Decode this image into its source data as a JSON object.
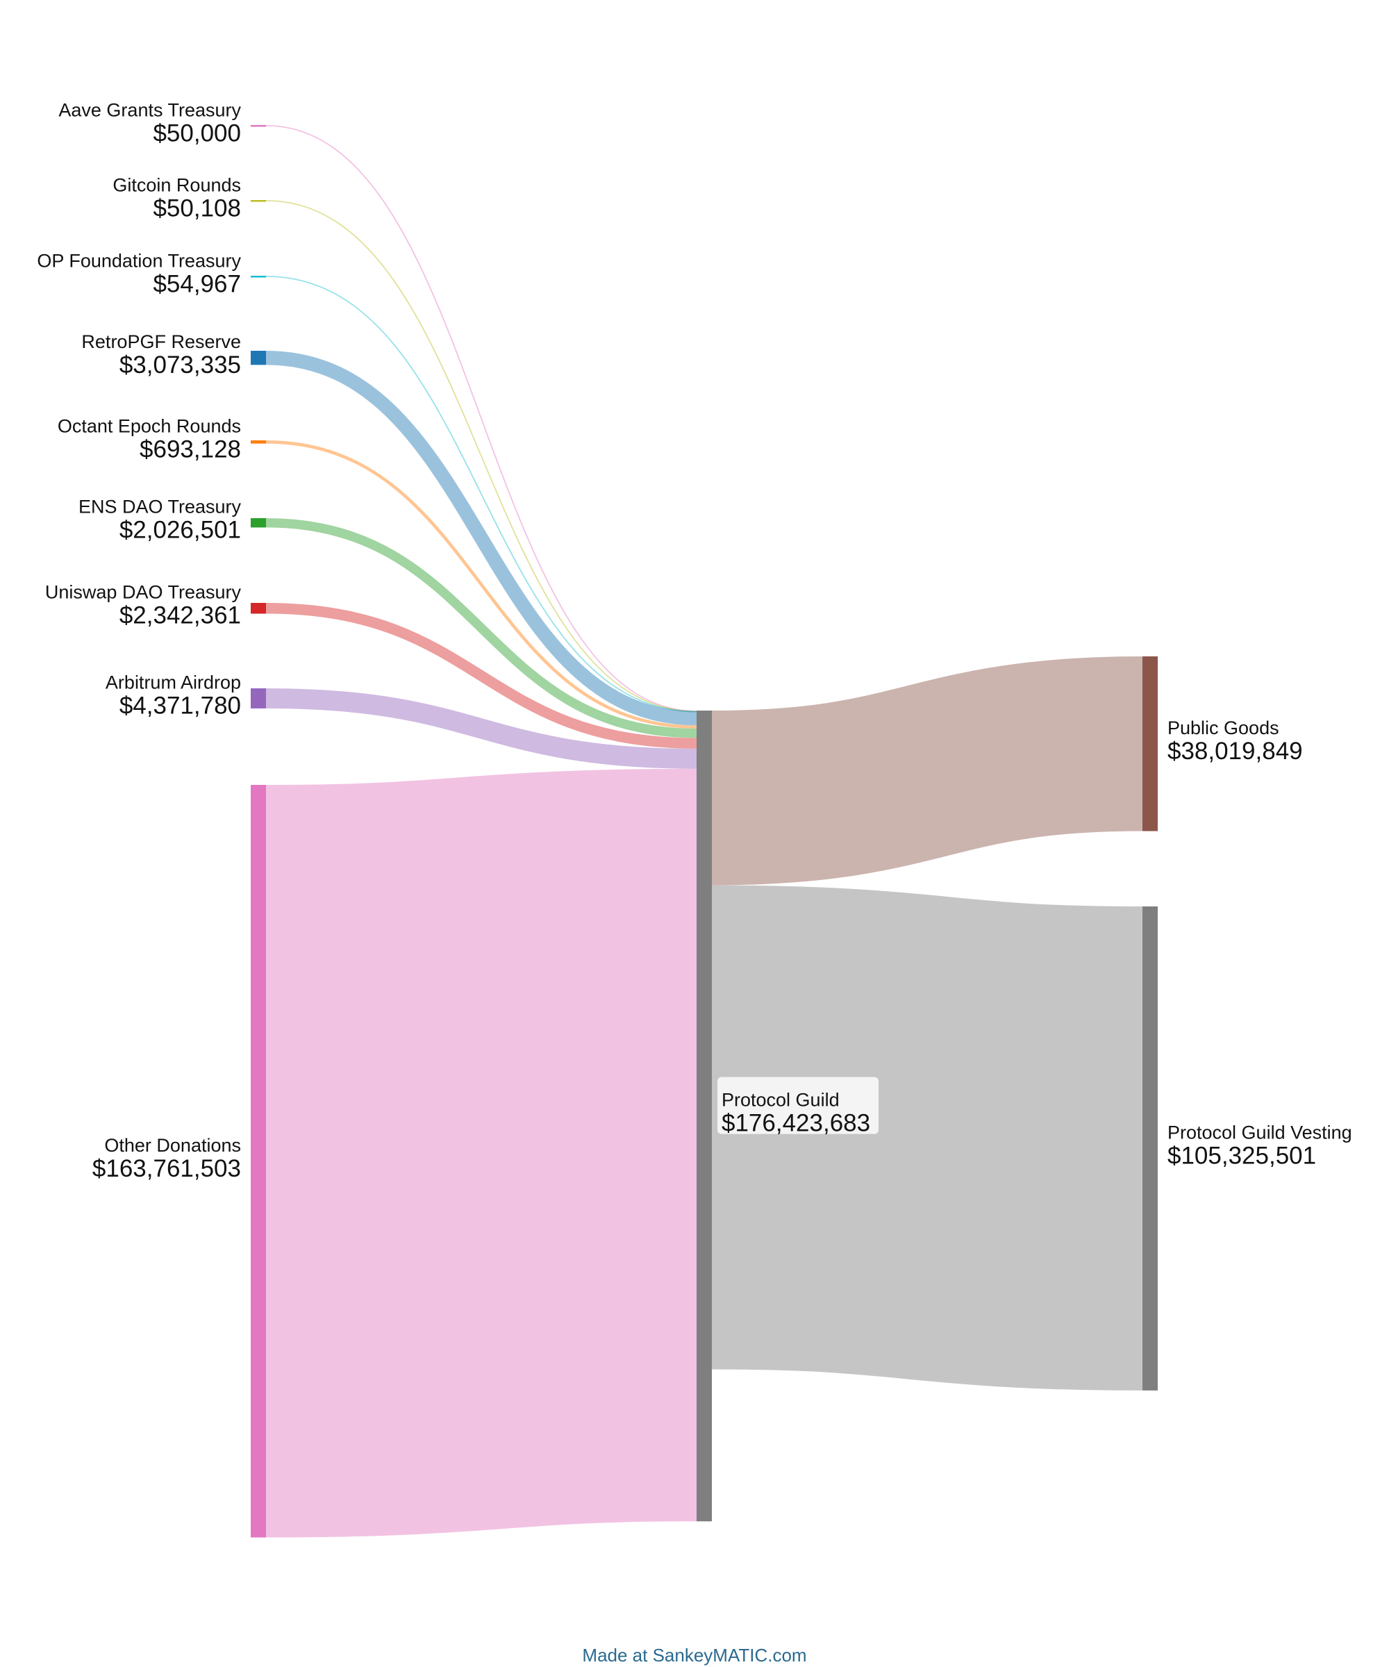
{
  "chart_data": {
    "type": "sankey",
    "nodes": [
      {
        "id": "aave",
        "name": "Aave Grants Treasury",
        "value_label": "$50,000",
        "value": 50000,
        "color": "#e377c2"
      },
      {
        "id": "gitcoin",
        "name": "Gitcoin Rounds",
        "value_label": "$50,108",
        "value": 50108,
        "color": "#bcbd22"
      },
      {
        "id": "op",
        "name": "OP Foundation Treasury",
        "value_label": "$54,967",
        "value": 54967,
        "color": "#17becf"
      },
      {
        "id": "retro",
        "name": "RetroPGF Reserve",
        "value_label": "$3,073,335",
        "value": 3073335,
        "color": "#1f77b4"
      },
      {
        "id": "octant",
        "name": "Octant Epoch Rounds",
        "value_label": "$693,128",
        "value": 693128,
        "color": "#ff7f0e"
      },
      {
        "id": "ens",
        "name": "ENS DAO Treasury",
        "value_label": "$2,026,501",
        "value": 2026501,
        "color": "#2ca02c"
      },
      {
        "id": "uniswap",
        "name": "Uniswap DAO Treasury",
        "value_label": "$2,342,361",
        "value": 2342361,
        "color": "#d62728"
      },
      {
        "id": "arbitrum",
        "name": "Arbitrum Airdrop",
        "value_label": "$4,371,780",
        "value": 4371780,
        "color": "#9467bd"
      },
      {
        "id": "other",
        "name": "Other Donations",
        "value_label": "$163,761,503",
        "value": 163761503,
        "color": "#e377c2"
      },
      {
        "id": "guild",
        "name": "Protocol Guild",
        "value_label": "$176,423,683",
        "value": 176423683,
        "color": "#7f7f7f"
      },
      {
        "id": "public",
        "name": "Public Goods",
        "value_label": "$38,019,849",
        "value": 38019849,
        "color": "#8c564b"
      },
      {
        "id": "vesting",
        "name": "Protocol Guild Vesting",
        "value_label": "$105,325,501",
        "value": 105325501,
        "color": "#7f7f7f"
      }
    ],
    "flows": [
      {
        "from": "aave",
        "to": "guild",
        "value": 50000
      },
      {
        "from": "gitcoin",
        "to": "guild",
        "value": 50108
      },
      {
        "from": "op",
        "to": "guild",
        "value": 54967
      },
      {
        "from": "retro",
        "to": "guild",
        "value": 3073335
      },
      {
        "from": "octant",
        "to": "guild",
        "value": 693128
      },
      {
        "from": "ens",
        "to": "guild",
        "value": 2026501
      },
      {
        "from": "uniswap",
        "to": "guild",
        "value": 2342361
      },
      {
        "from": "arbitrum",
        "to": "guild",
        "value": 4371780
      },
      {
        "from": "other",
        "to": "guild",
        "value": 163761503
      },
      {
        "from": "guild",
        "to": "public",
        "value": 38019849
      },
      {
        "from": "guild",
        "to": "vesting",
        "value": 105325501
      }
    ]
  },
  "footer": {
    "credit": "Made at SankeyMATIC.com"
  }
}
